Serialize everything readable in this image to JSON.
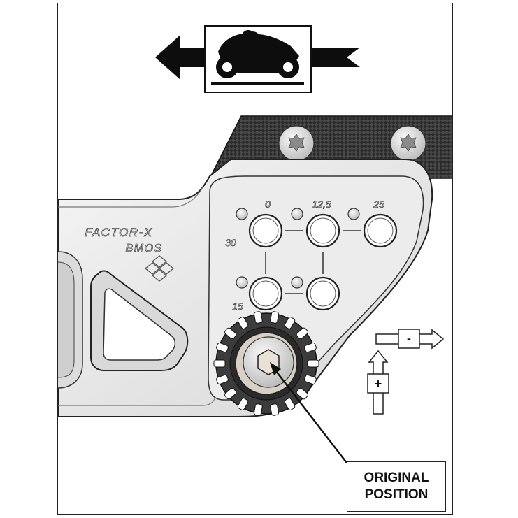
{
  "direction_symbol": {
    "icon": "motorcycle-icon",
    "arrow": "left-arrow-icon"
  },
  "brand": {
    "model": "FACTOR-X",
    "maker": "BMOS"
  },
  "hole_labels": {
    "h0": "0",
    "h12": "12,5",
    "h25": "25",
    "h30": "30",
    "h15": "15"
  },
  "adjust_legend": {
    "minus": "-",
    "plus": "+"
  },
  "callout": {
    "line1": "ORIGINAL",
    "line2": "POSITION"
  },
  "colors": {
    "outline": "#111111",
    "metal": "#e6e6e6",
    "carbon": "#2b2b2b",
    "cog": "#3a3a3a",
    "bolt": "#e9e1d6"
  }
}
